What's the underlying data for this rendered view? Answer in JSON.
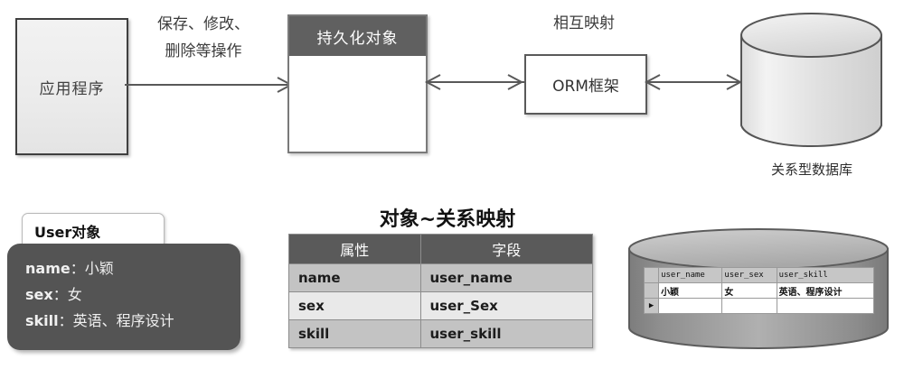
{
  "diagram": {
    "top": {
      "app_box_label": "应用程序",
      "operations_label_line1": "保存、修改、",
      "operations_label_line2": "删除等操作",
      "persistence_box_title": "持久化对象",
      "mapping_label": "相互映射",
      "orm_box_label": "ORM框架",
      "database_caption": "关系型数据库"
    },
    "user_object": {
      "tab_label": "User对象",
      "attributes": [
        {
          "key": "name",
          "sep": "：",
          "value": "小颖"
        },
        {
          "key": "sex",
          "sep": "：",
          "value": "女"
        },
        {
          "key": "skill",
          "sep": "：",
          "value": "英语、程序设计"
        }
      ]
    },
    "mapping_table": {
      "title": "对象~关系映射",
      "headers": [
        "属性",
        "字段"
      ],
      "rows": [
        {
          "attribute": "name",
          "field": "user_name"
        },
        {
          "attribute": "sex",
          "field": "user_Sex"
        },
        {
          "attribute": "skill",
          "field": "user_skill"
        }
      ]
    },
    "db_grid": {
      "headers": [
        "user_name",
        "user_sex",
        "user_skill"
      ],
      "rows": [
        {
          "user_name": "小颖",
          "user_sex": "女",
          "user_skill": "英语、程序设计"
        },
        {
          "user_name": "",
          "user_sex": "",
          "user_skill": ""
        }
      ],
      "new_row_marker": "▶"
    },
    "colors": {
      "header_dark": "#5a5a5a",
      "object_body": "#545454",
      "row_odd": "#c3c3c3",
      "row_even": "#e9e9e9",
      "line": "#595959",
      "cylinder_light": "#e3e3e3",
      "cylinder_dark": "#7b7b7b"
    }
  }
}
